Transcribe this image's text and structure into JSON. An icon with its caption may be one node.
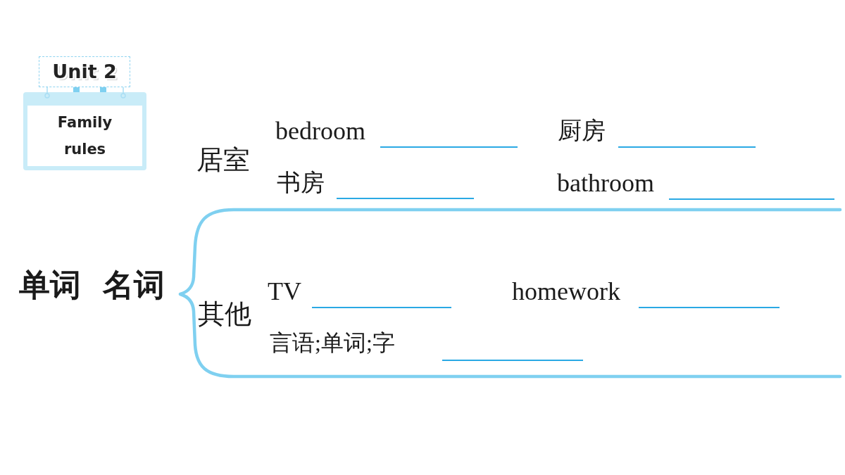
{
  "diagram": {
    "nodes": [
      {
        "text": [
          "Unit 2"
        ]
      },
      {
        "text": [
          "Family rules"
        ]
      }
    ],
    "edges": [
      {
        "from": 0,
        "to": 1,
        "arrow": "other"
      },
      {
        "from": 0,
        "to": 1,
        "arrow": "other"
      }
    ],
    "labels": [
      "单词",
      "名词",
      "居室",
      "bedroom",
      "厨房",
      "书房",
      "bathroom",
      "其他",
      "TV",
      "homework",
      "言语;单词;字"
    ]
  }
}
